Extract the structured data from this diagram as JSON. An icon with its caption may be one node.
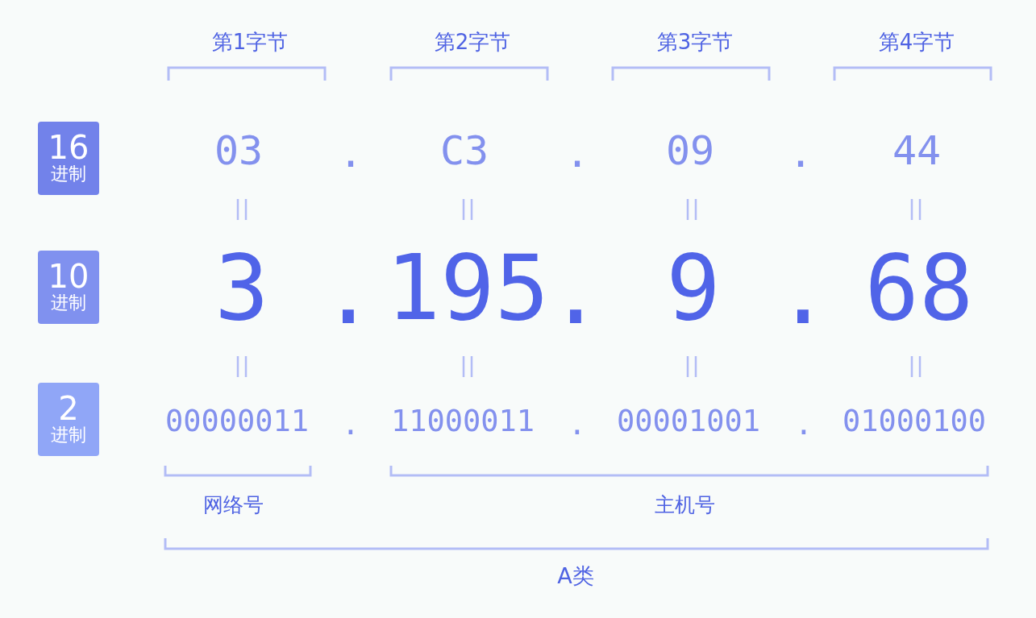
{
  "diagram": {
    "nodes": [
      {
        "text": [
          "16",
          "进制"
        ]
      },
      {
        "text": [
          "10",
          "进制"
        ]
      },
      {
        "text": [
          "2",
          "进制"
        ]
      }
    ],
    "labels": [
      "第1字节",
      "第2字节",
      "第3字节",
      "第4字节",
      "03",
      ".",
      "C3",
      ".",
      "09",
      ".",
      "44",
      "3",
      ".",
      "195",
      ".",
      "9",
      ".",
      "68",
      "00000011",
      ".",
      "11000011",
      ".",
      "00001001",
      ".",
      "01000100",
      "网络号",
      "主机号",
      "A类"
    ]
  }
}
